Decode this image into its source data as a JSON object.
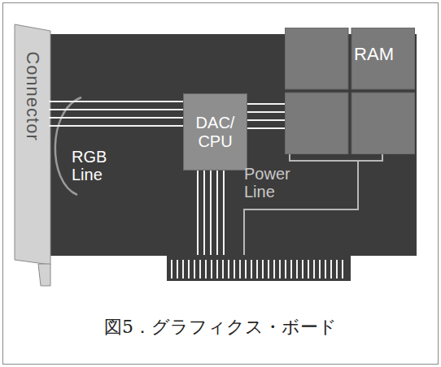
{
  "diagram": {
    "caption": "図5．グラフィクス・ボード",
    "nodes": [
      {
        "text": [
          "Connector"
        ]
      },
      {
        "text": [
          "DAC/ CPU"
        ]
      },
      {
        "text": [
          "RAM"
        ]
      }
    ],
    "edges": [
      {
        "from": 1,
        "to": 0,
        "arrow": "none"
      },
      {
        "from": 1,
        "to": 2,
        "arrow": "none"
      }
    ],
    "labels": [
      "RGB Line",
      "Power Line"
    ]
  }
}
